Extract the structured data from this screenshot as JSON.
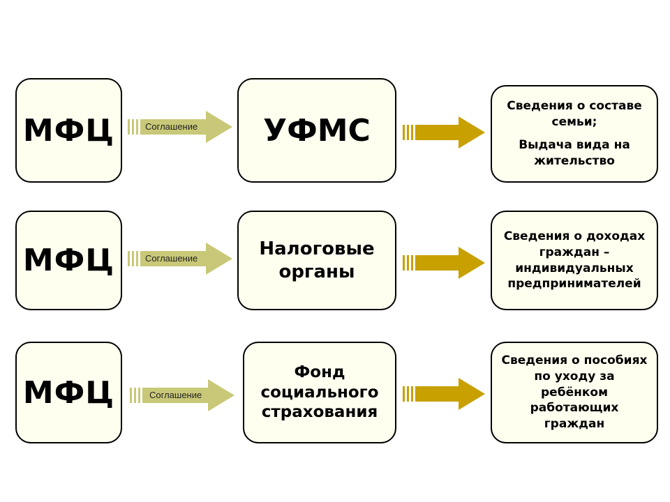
{
  "rows": [
    {
      "source": "МФЦ",
      "agreement": "Соглашение",
      "agency": "УФМС",
      "results": [
        "Сведения о составе семьи;",
        "Выдача вида на жительство"
      ]
    },
    {
      "source": "МФЦ",
      "agreement": "Соглашение",
      "agency": "Налоговые органы",
      "results": [
        "Сведения о доходах граждан – индивидуальных предпринимателей"
      ]
    },
    {
      "source": "МФЦ",
      "agreement": "Соглашение",
      "agency": "Фонд социального страхования",
      "results": [
        "Сведения о пособиях по уходу за ребёнком работающих граждан"
      ]
    }
  ],
  "colors": {
    "box_fill": "#fffff0",
    "box_border": "#000000",
    "agreement_arrow": "#c8c878",
    "result_arrow": "#c8a000"
  }
}
